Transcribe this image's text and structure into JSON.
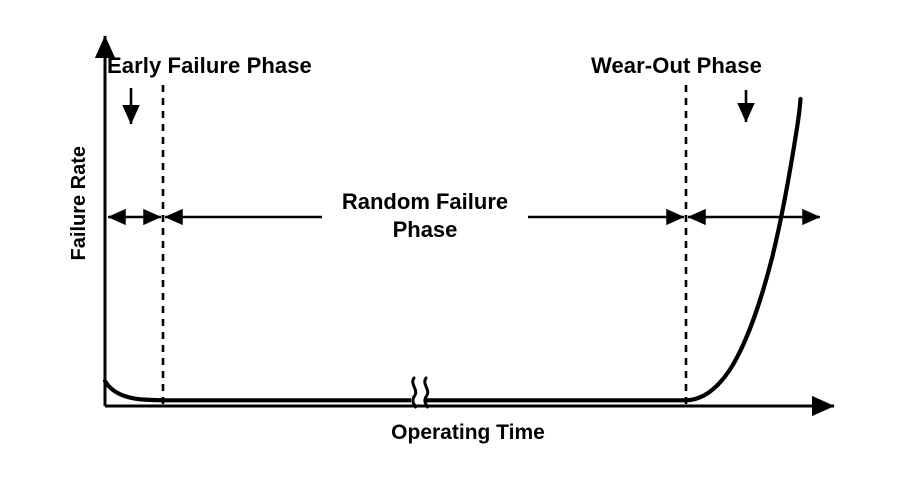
{
  "chart_data": {
    "type": "line",
    "title": "",
    "subtitle": "",
    "xlabel": "Operating Time",
    "ylabel": "Failure Rate",
    "grid": false,
    "legend": null,
    "axis_ticks": {
      "x": [],
      "y": []
    },
    "axis_style": "arrow-headed open axes, no tick marks, no numeric scale",
    "annotations": [
      {
        "id": "early-failure",
        "label": "Early Failure Phase",
        "pointer": "down-arrow",
        "region_x_range": [
          0.0,
          0.08
        ]
      },
      {
        "id": "random-failure",
        "label": "Random Failure Phase",
        "pointer": "double-headed-horizontal-arrow",
        "region_x_range": [
          0.08,
          0.79
        ]
      },
      {
        "id": "wear-out",
        "label": "Wear-Out Phase",
        "pointer": "down-arrow",
        "region_x_range": [
          0.79,
          1.0
        ]
      }
    ],
    "break_symbol": {
      "type": "double-squiggle-axis-break",
      "x_fraction": 0.43
    },
    "series": [
      {
        "name": "Failure Rate (bathtub curve)",
        "x": [
          0.0,
          0.01,
          0.02,
          0.03,
          0.05,
          0.08,
          0.12,
          0.2,
          0.35,
          0.5,
          0.65,
          0.75,
          0.79,
          0.82,
          0.85,
          0.88,
          0.91,
          0.94,
          0.96,
          0.97,
          0.98
        ],
        "y": [
          0.075,
          0.058,
          0.046,
          0.037,
          0.028,
          0.022,
          0.022,
          0.022,
          0.022,
          0.022,
          0.022,
          0.022,
          0.022,
          0.035,
          0.07,
          0.13,
          0.24,
          0.43,
          0.64,
          0.8,
          0.96
        ]
      }
    ]
  },
  "labels": {
    "early_failure": "Early Failure Phase",
    "wear_out": "Wear-Out Phase",
    "random_failure_line1": "Random Failure",
    "random_failure_line2": "Phase",
    "y_axis": "Failure Rate",
    "x_axis": "Operating Time"
  },
  "colors": {
    "background": "#ffffff",
    "ink": "#000000",
    "curve": "#000000",
    "axis": "#000000",
    "dashed_divider": "#000000"
  }
}
